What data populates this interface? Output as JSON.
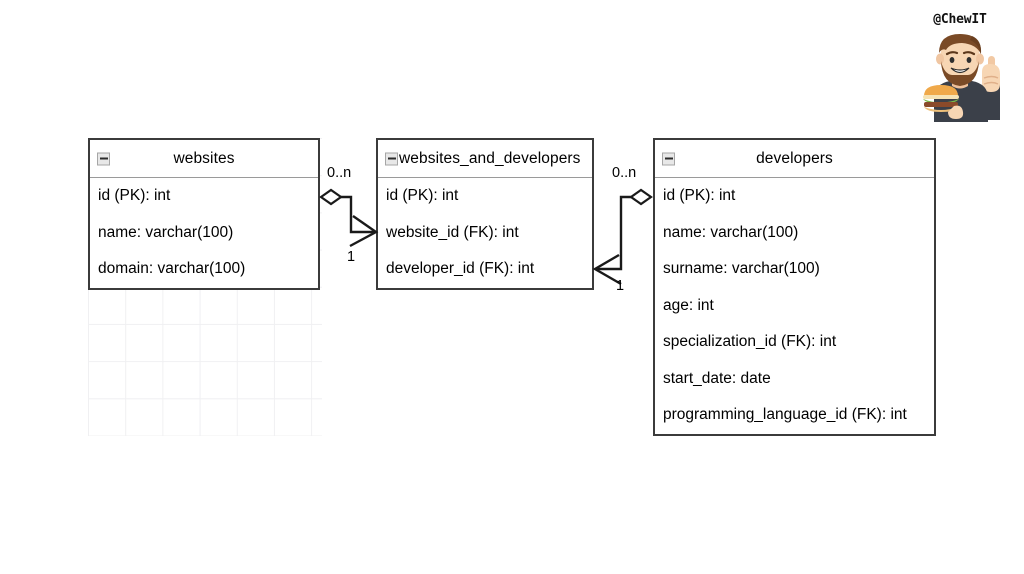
{
  "diagram": {
    "type": "entity-relationship-diagram",
    "background": "#ffffff",
    "grid_color": "#f0f0f2",
    "border_color": "#3b3b3b",
    "entities": [
      {
        "name": "websites",
        "collapse_icon": "minus-box-icon",
        "fields": [
          "id (PK): int",
          "name: varchar(100)",
          "domain: varchar(100)"
        ]
      },
      {
        "name": "websites_and_developers",
        "collapse_icon": "minus-box-icon",
        "fields": [
          "id (PK): int",
          "website_id (FK): int",
          "developer_id (FK): int"
        ]
      },
      {
        "name": "developers",
        "collapse_icon": "minus-box-icon",
        "fields": [
          "id (PK): int",
          "name: varchar(100)",
          "surname: varchar(100)",
          "age: int",
          "specialization_id (FK): int",
          "start_date: date",
          "programming_language_id (FK): int"
        ]
      }
    ],
    "relationships": [
      {
        "from": "websites",
        "to": "websites_and_developers",
        "from_cardinality": "0..n",
        "to_cardinality": "1",
        "from_symbol": "diamond",
        "to_symbol": "arrow",
        "to_field": "website_id (FK): int"
      },
      {
        "from": "developers",
        "to": "websites_and_developers",
        "from_cardinality": "0..n",
        "to_cardinality": "1",
        "from_symbol": "diamond",
        "to_symbol": "arrow",
        "to_field": "developer_id (FK): int"
      }
    ]
  },
  "watermark": {
    "handle": "@ChewIT",
    "avatar_alt": "bearded-man-holding-burger-avatar"
  }
}
